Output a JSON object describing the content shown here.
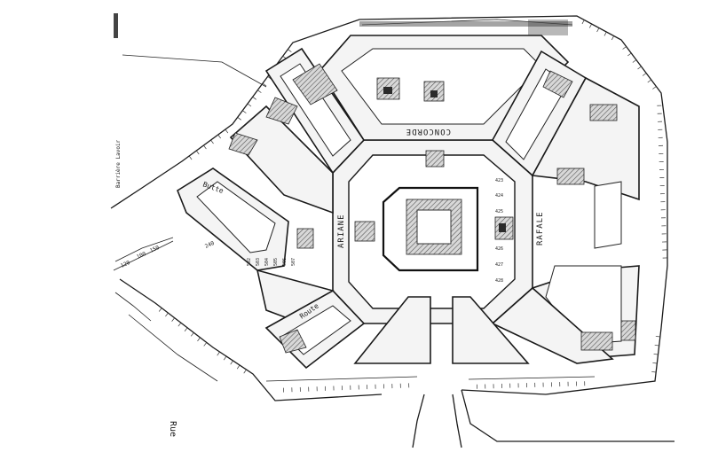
{
  "map": {
    "streets": {
      "concorde": "CONCORDE",
      "ariane": "ARIANE",
      "rafale": "RAFALE",
      "butte": "Butte",
      "route": "Route",
      "rue": "Rue",
      "barriere": "Barrière Lavoir"
    },
    "segment_labels": [
      "100",
      "120",
      "150",
      "240"
    ],
    "lot_numbers_east": [
      "423",
      "424",
      "425",
      "426",
      "427",
      "428"
    ],
    "lot_numbers_west": [
      "502",
      "503",
      "504",
      "505",
      "506",
      "507"
    ]
  }
}
